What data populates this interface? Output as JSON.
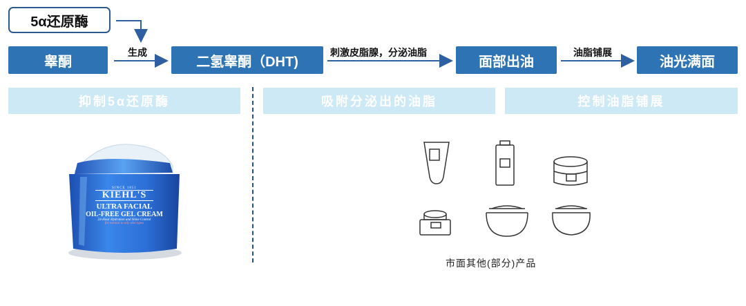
{
  "start_label": "5α还原酶",
  "nodes": {
    "n1": "睾酮",
    "n2": "二氢睾酮（DHT)",
    "n3": "面部出油",
    "n4": "油光满面"
  },
  "edge_labels": {
    "e1": "生成",
    "e2": "刺激皮脂腺，分泌油脂",
    "e3": "油脂铺展"
  },
  "bands": {
    "b1": "抑制5α还原酶",
    "b2": "吸附分泌出的油脂",
    "b3": "控制油脂铺展"
  },
  "product": {
    "brand": "KIEHL'S",
    "since": "SINCE 1851",
    "line1": "ULTRA FACIAL",
    "line2": "OIL-FREE GEL CREAM",
    "line3": "24-Hour Hydration and Shine Control",
    "line4": "for normal to oily skin types"
  },
  "caption": "市面其他(部分)产品",
  "colors": {
    "node_fill": "#2e74b5",
    "band_fill": "#cde9f5",
    "divider": "#1f4e9e",
    "jar_blue": "#2f6fd8"
  }
}
